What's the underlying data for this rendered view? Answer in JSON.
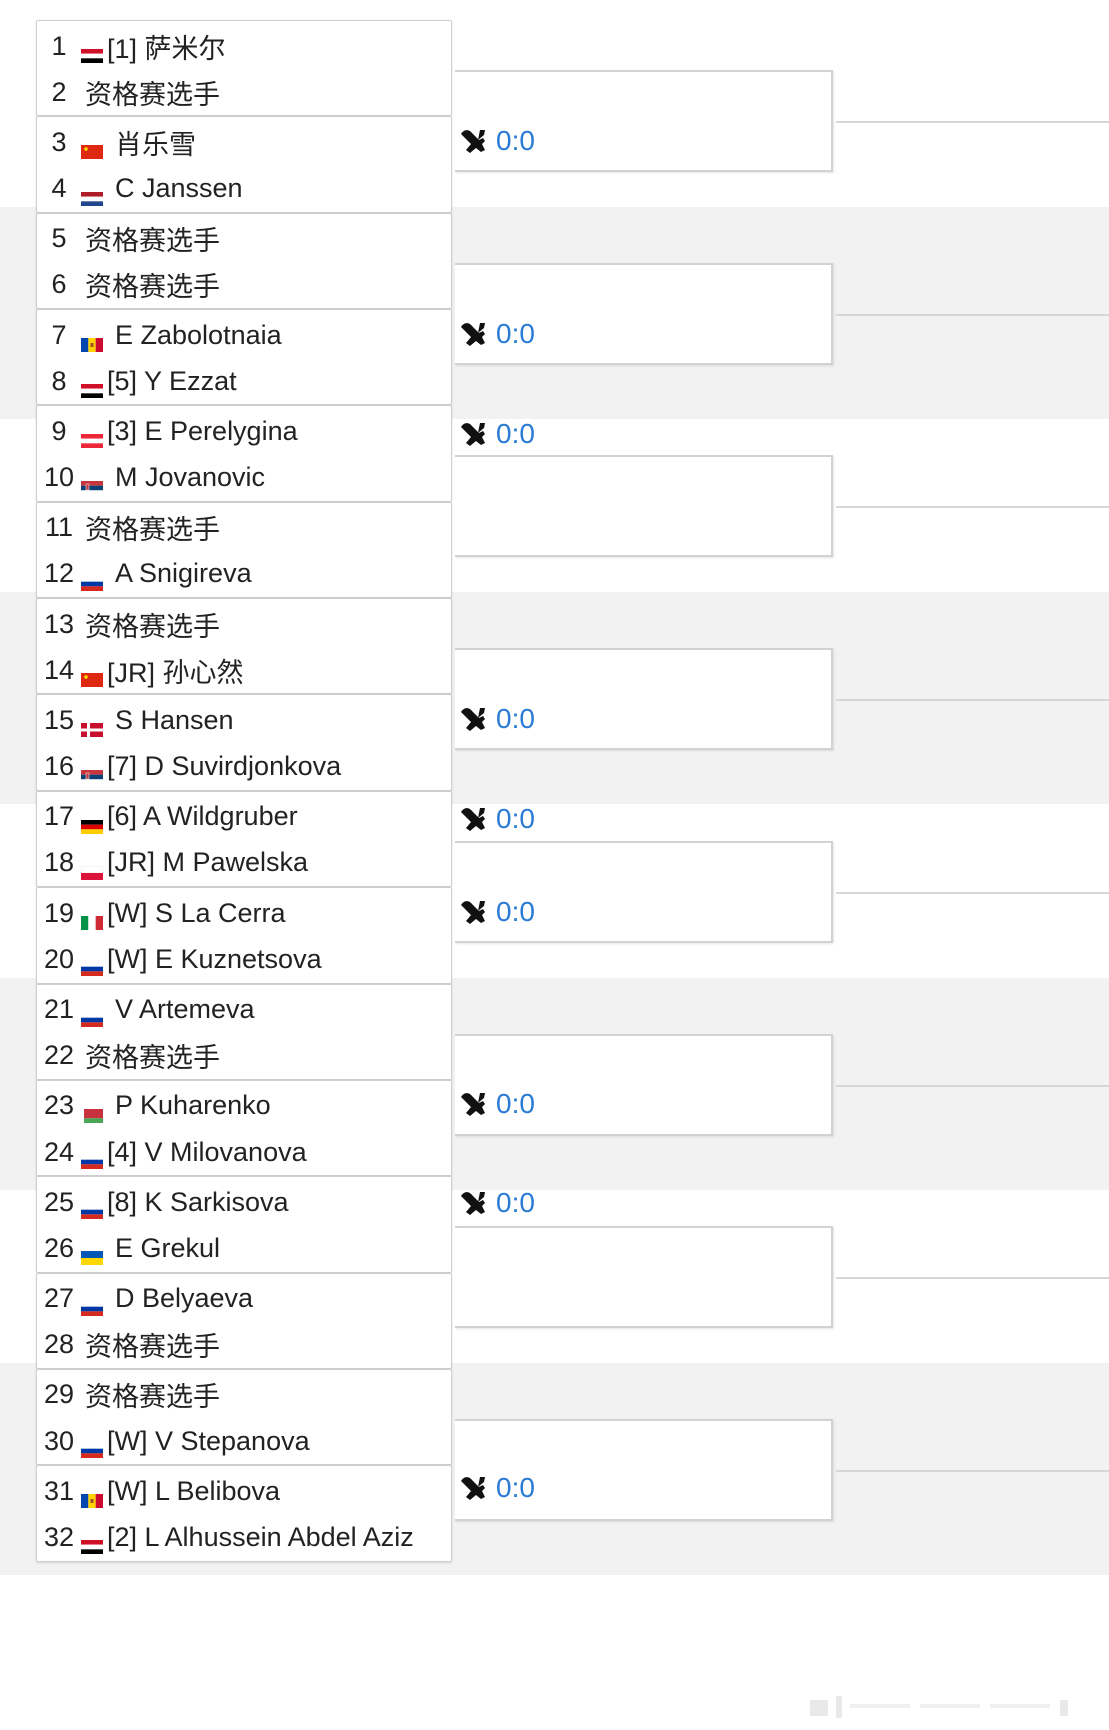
{
  "players": [
    {
      "no": "1",
      "flag": "egypt",
      "name": "[1] 萨米尔"
    },
    {
      "no": "2",
      "flag": "",
      "name": "资格赛选手"
    },
    {
      "no": "3",
      "flag": "china",
      "name": "肖乐雪"
    },
    {
      "no": "4",
      "flag": "netherlands",
      "name": "C Janssen"
    },
    {
      "no": "5",
      "flag": "",
      "name": "资格赛选手"
    },
    {
      "no": "6",
      "flag": "",
      "name": "资格赛选手"
    },
    {
      "no": "7",
      "flag": "moldova",
      "name": "E Zabolotnaia"
    },
    {
      "no": "8",
      "flag": "egypt",
      "name": "[5] Y Ezzat"
    },
    {
      "no": "9",
      "flag": "austria",
      "name": "[3] E Perelygina"
    },
    {
      "no": "10",
      "flag": "serbia",
      "name": "M Jovanovic"
    },
    {
      "no": "11",
      "flag": "",
      "name": "资格赛选手"
    },
    {
      "no": "12",
      "flag": "russia",
      "name": "A Snigireva"
    },
    {
      "no": "13",
      "flag": "",
      "name": "资格赛选手"
    },
    {
      "no": "14",
      "flag": "china",
      "name": "[JR] 孙心然"
    },
    {
      "no": "15",
      "flag": "denmark",
      "name": "S Hansen"
    },
    {
      "no": "16",
      "flag": "serbia",
      "name": "[7] D Suvirdjonkova"
    },
    {
      "no": "17",
      "flag": "germany",
      "name": "[6] A Wildgruber"
    },
    {
      "no": "18",
      "flag": "poland",
      "name": "[JR] M Pawelska"
    },
    {
      "no": "19",
      "flag": "italy",
      "name": "[W] S La Cerra"
    },
    {
      "no": "20",
      "flag": "russia",
      "name": "[W] E Kuznetsova"
    },
    {
      "no": "21",
      "flag": "russia",
      "name": "V Artemeva"
    },
    {
      "no": "22",
      "flag": "",
      "name": "资格赛选手"
    },
    {
      "no": "23",
      "flag": "belarus",
      "name": "P Kuharenko"
    },
    {
      "no": "24",
      "flag": "russia",
      "name": "[4] V Milovanova"
    },
    {
      "no": "25",
      "flag": "russia",
      "name": "[8] K Sarkisova"
    },
    {
      "no": "26",
      "flag": "ukraine",
      "name": "E Grekul"
    },
    {
      "no": "27",
      "flag": "russia",
      "name": "D Belyaeva"
    },
    {
      "no": "28",
      "flag": "",
      "name": "资格赛选手"
    },
    {
      "no": "29",
      "flag": "",
      "name": "资格赛选手"
    },
    {
      "no": "30",
      "flag": "russia",
      "name": "[W] V Stepanova"
    },
    {
      "no": "31",
      "flag": "moldova",
      "name": "[W] L Belibova"
    },
    {
      "no": "32",
      "flag": "egypt",
      "name": "[2] L Alhussein Abdel Aziz"
    }
  ],
  "scores": [
    {
      "match": 2,
      "value": "0:0",
      "icon": "crossed-rackets-icon"
    },
    {
      "match": 4,
      "value": "0:0",
      "icon": "crossed-rackets-icon"
    },
    {
      "match": 5,
      "value": "0:0",
      "icon": "crossed-rackets-icon"
    },
    {
      "match": 8,
      "value": "0:0",
      "icon": "crossed-rackets-icon"
    },
    {
      "match": 9,
      "value": "0:0",
      "icon": "crossed-rackets-icon"
    },
    {
      "match": 10,
      "value": "0:0",
      "icon": "crossed-rackets-icon"
    },
    {
      "match": 12,
      "value": "0:0",
      "icon": "crossed-rackets-icon"
    },
    {
      "match": 13,
      "value": "0:0",
      "icon": "crossed-rackets-icon"
    },
    {
      "match": 16,
      "value": "0:0",
      "icon": "crossed-rackets-icon"
    }
  ],
  "colors": {
    "score_text": "#2a7bd6",
    "section_shade": "#f2f2f2",
    "border": "#cfcfcf"
  }
}
